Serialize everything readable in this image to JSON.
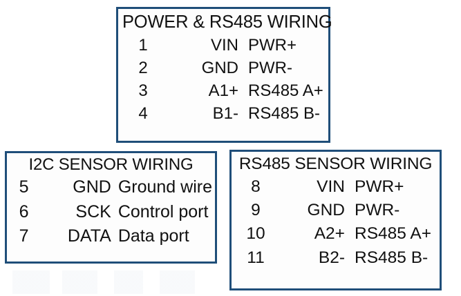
{
  "page": {
    "background_color": "#ffffff",
    "border_color": "#1f4e79",
    "text_color": "#111111"
  },
  "boxes": [
    {
      "id": "power-rs485-wiring",
      "title": "POWER & RS485 WIRING",
      "rows": [
        {
          "pin": "1",
          "signal": "VIN",
          "desc": "PWR+"
        },
        {
          "pin": "2",
          "signal": "GND",
          "desc": "PWR-"
        },
        {
          "pin": "3",
          "signal": "A1+",
          "desc": "RS485 A+"
        },
        {
          "pin": "4",
          "signal": "B1-",
          "desc": "RS485 B-"
        }
      ]
    },
    {
      "id": "i2c-sensor-wiring",
      "title": "I2C SENSOR WIRING",
      "rows": [
        {
          "pin": "5",
          "signal": "GND",
          "desc": "Ground wire"
        },
        {
          "pin": "6",
          "signal": "SCK",
          "desc": "Control port"
        },
        {
          "pin": "7",
          "signal": "DATA",
          "desc": "Data port"
        }
      ]
    },
    {
      "id": "rs485-sensor-wiring",
      "title": "RS485 SENSOR WIRING",
      "rows": [
        {
          "pin": "8",
          "signal": "VIN",
          "desc": "PWR+"
        },
        {
          "pin": "9",
          "signal": "GND",
          "desc": "PWR-"
        },
        {
          "pin": "10",
          "signal": "A2+",
          "desc": "RS485 A+"
        },
        {
          "pin": "11",
          "signal": "B2-",
          "desc": "RS485 B-"
        }
      ]
    }
  ]
}
